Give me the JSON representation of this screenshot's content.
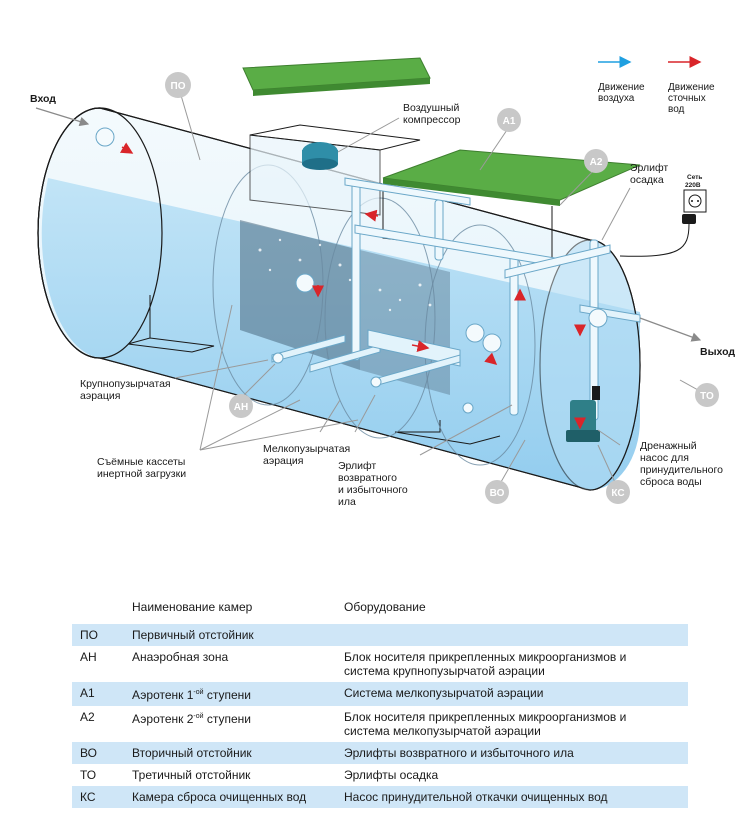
{
  "labels": {
    "inlet": "Вход",
    "outlet": "Выход",
    "compressor": [
      "Воздушный",
      "компрессор"
    ],
    "airlift_settling": [
      "Эрлифт",
      "осадка"
    ],
    "coarse_aeration": [
      "Крупнопузырчатая",
      "аэрация"
    ],
    "fine_aeration": [
      "Мелкопузырчатая",
      "аэрация"
    ],
    "cassettes": [
      "Съёмные кассеты",
      "инертной загрузки"
    ],
    "sludge_airlift": [
      "Эрлифт",
      "возвратного",
      "и избыточного",
      "ила"
    ],
    "drain_pump": [
      "Дренажный",
      "насос для",
      "принудительного",
      "сброса воды"
    ],
    "socket": [
      "Сеть",
      "220В"
    ]
  },
  "legend": {
    "air": [
      "Движение",
      "воздуха"
    ],
    "sewage": [
      "Движение",
      "сточных",
      "вод"
    ],
    "air_color": "#1f9fe0",
    "sewage_color": "#d9252a"
  },
  "badges": [
    "ПО",
    "А1",
    "А2",
    "АН",
    "ВО",
    "КС",
    "ТО"
  ],
  "colors": {
    "water": "#a9d8f2",
    "tank_top": "#dff1fb",
    "lid": "#5aad46",
    "badge": "#c8c8c8",
    "row_shade": "#cfe6f7"
  },
  "table": {
    "headers": [
      "",
      "Наименование камер",
      "Оборудование"
    ],
    "rows": [
      {
        "code": "ПО",
        "name": "Первичный отстойник",
        "name_sup": "",
        "name_suffix": "",
        "equipment": [],
        "shaded": true
      },
      {
        "code": "АН",
        "name": "Анаэробная зона",
        "name_sup": "",
        "name_suffix": "",
        "equipment": [
          "Блок носителя прикрепленных микроорганизмов и",
          "система крупнопузырчатой аэрации"
        ],
        "shaded": false
      },
      {
        "code": "А1",
        "name": "Аэротенк 1",
        "name_sup": "-ой",
        "name_suffix": " ступени",
        "equipment": [
          "Система мелкопузырчатой аэрации"
        ],
        "shaded": true
      },
      {
        "code": "А2",
        "name": "Аэротенк 2",
        "name_sup": "-ой",
        "name_suffix": " ступени",
        "equipment": [
          "Блок носителя прикрепленных микроорганизмов и",
          "система мелкопузырчатой аэрации"
        ],
        "shaded": false
      },
      {
        "code": "ВО",
        "name": "Вторичный отстойник",
        "name_sup": "",
        "name_suffix": "",
        "equipment": [
          "Эрлифты возвратного и избыточного ила"
        ],
        "shaded": true
      },
      {
        "code": "ТО",
        "name": "Третичный отстойник",
        "name_sup": "",
        "name_suffix": "",
        "equipment": [
          "Эрлифты осадка"
        ],
        "shaded": false
      },
      {
        "code": "КС",
        "name": "Камера сброса очищенных вод",
        "name_sup": "",
        "name_suffix": "",
        "equipment": [
          "Насос принудительной откачки очищенных вод"
        ],
        "shaded": true
      }
    ]
  }
}
